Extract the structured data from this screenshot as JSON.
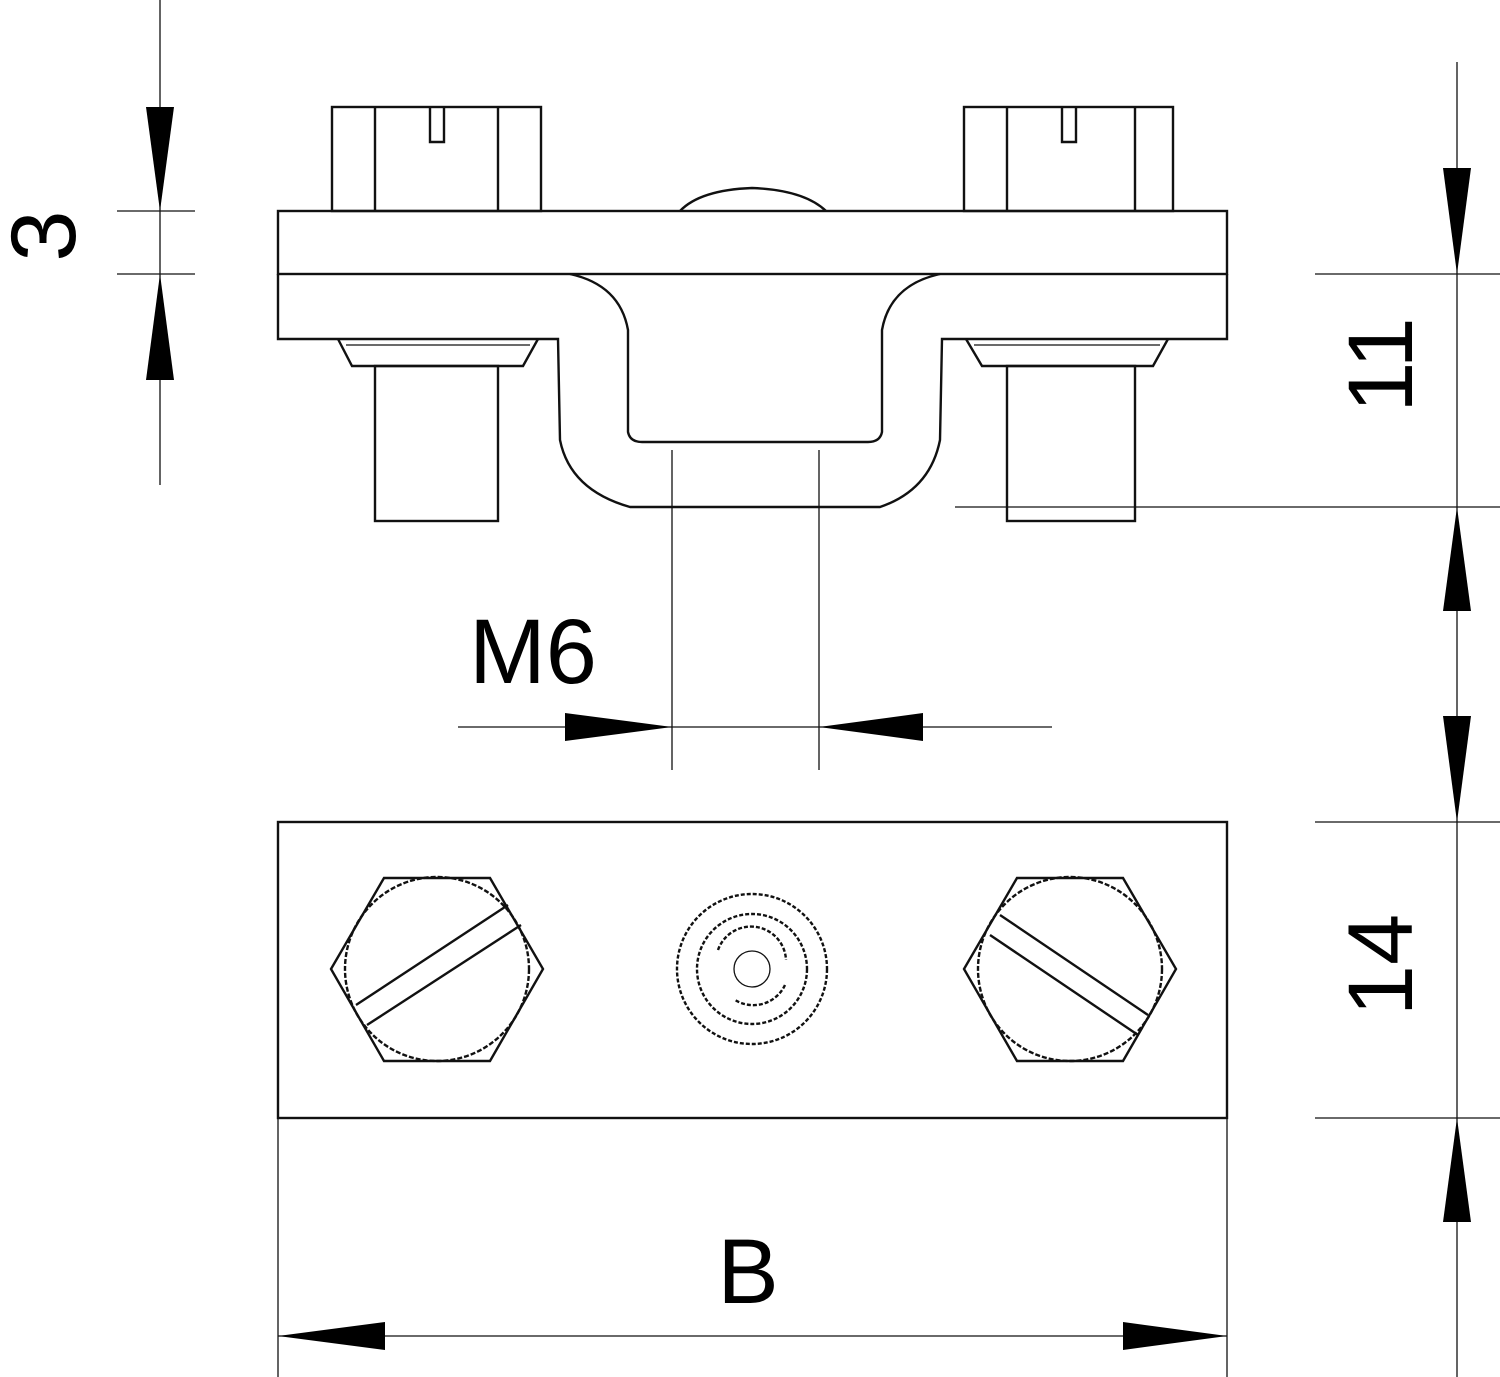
{
  "drawing": {
    "dim_plate_thickness": "3",
    "dim_height": "11",
    "dim_thread": "M6",
    "dim_depth": "14",
    "dim_width": "B"
  },
  "colors": {
    "line": "#111111",
    "background": "#ffffff"
  }
}
